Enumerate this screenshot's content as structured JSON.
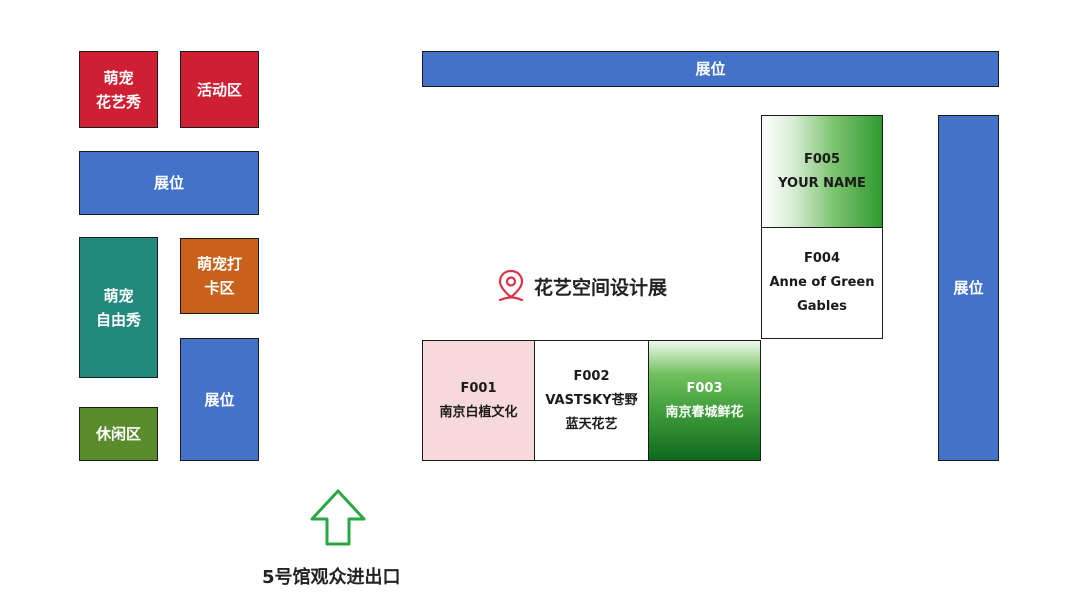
{
  "map": {
    "title": "花艺空间设计展",
    "title_icon": "location-pin-icon",
    "entrance": {
      "label": "5号馆观众进出口",
      "icon": "up-arrow-icon",
      "color": "#27a845"
    },
    "zones": {
      "pet_flower_show": "萌宠\n花艺秀",
      "activity_area": "活动区",
      "left_booth": "展位",
      "pet_freedom_show": "萌宠\n自由秀",
      "pet_checkin": "萌宠打\n卡区",
      "lower_booth": "展位",
      "leisure_area": "休闲区",
      "top_booth": "展位",
      "right_booth": "展位"
    },
    "booths": {
      "f001": {
        "code": "F001",
        "name": "南京白植文化"
      },
      "f002": {
        "code": "F002",
        "name": "VASTSKY苍野\n蓝天花艺"
      },
      "f003": {
        "code": "F003",
        "name": "南京春城鲜花"
      },
      "f004": {
        "code": "F004",
        "name": "Anne of Green\nGables"
      },
      "f005": {
        "code": "F005",
        "name": "YOUR NAME"
      }
    },
    "colors": {
      "red_zone": "#cf1f33",
      "blue_zone": "#4472c8",
      "teal_zone": "#22897c",
      "orange_zone": "#c8611a",
      "olive_zone": "#5b8c2c",
      "pin": "#d9344a"
    }
  }
}
